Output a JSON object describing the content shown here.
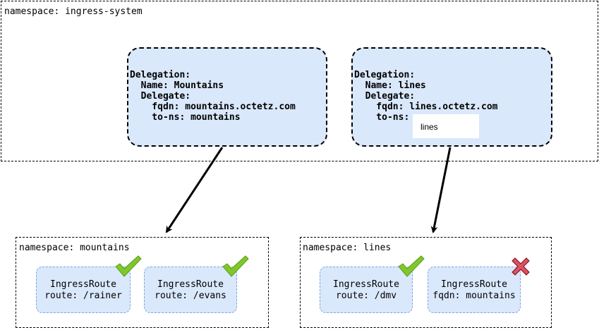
{
  "ingress_system": {
    "label": "namespace: ingress-system",
    "delegations": [
      {
        "line1": "Delegation:",
        "line2": "  Name: Mountains",
        "line3": "  Delegate:",
        "line4": "    fqdn: mountains.octetz.com",
        "line5": "    to-ns: mountains"
      },
      {
        "line1": "Delegation:",
        "line2": "  Name: lines",
        "line3": "  Delegate:",
        "line4": "    fqdn: lines.octetz.com",
        "line5": "    to-ns:"
      }
    ],
    "tooltip_text": "lines"
  },
  "mountains_ns": {
    "label": "namespace: mountains",
    "routes": [
      {
        "line1": "IngressRoute",
        "line2": "route: /rainer",
        "status": "valid"
      },
      {
        "line1": "IngressRoute",
        "line2": "route: /evans",
        "status": "valid"
      }
    ]
  },
  "lines_ns": {
    "label": "namespace: lines",
    "routes": [
      {
        "line1": "IngressRoute",
        "line2": "route: /dmv",
        "status": "valid"
      },
      {
        "line1": "IngressRoute",
        "line2": "fqdn: mountains",
        "status": "invalid"
      }
    ]
  },
  "colors": {
    "box_fill": "#dae8fc",
    "route_border": "#7ea6e0",
    "check": "#7fc82a",
    "cross": "#e05060"
  }
}
